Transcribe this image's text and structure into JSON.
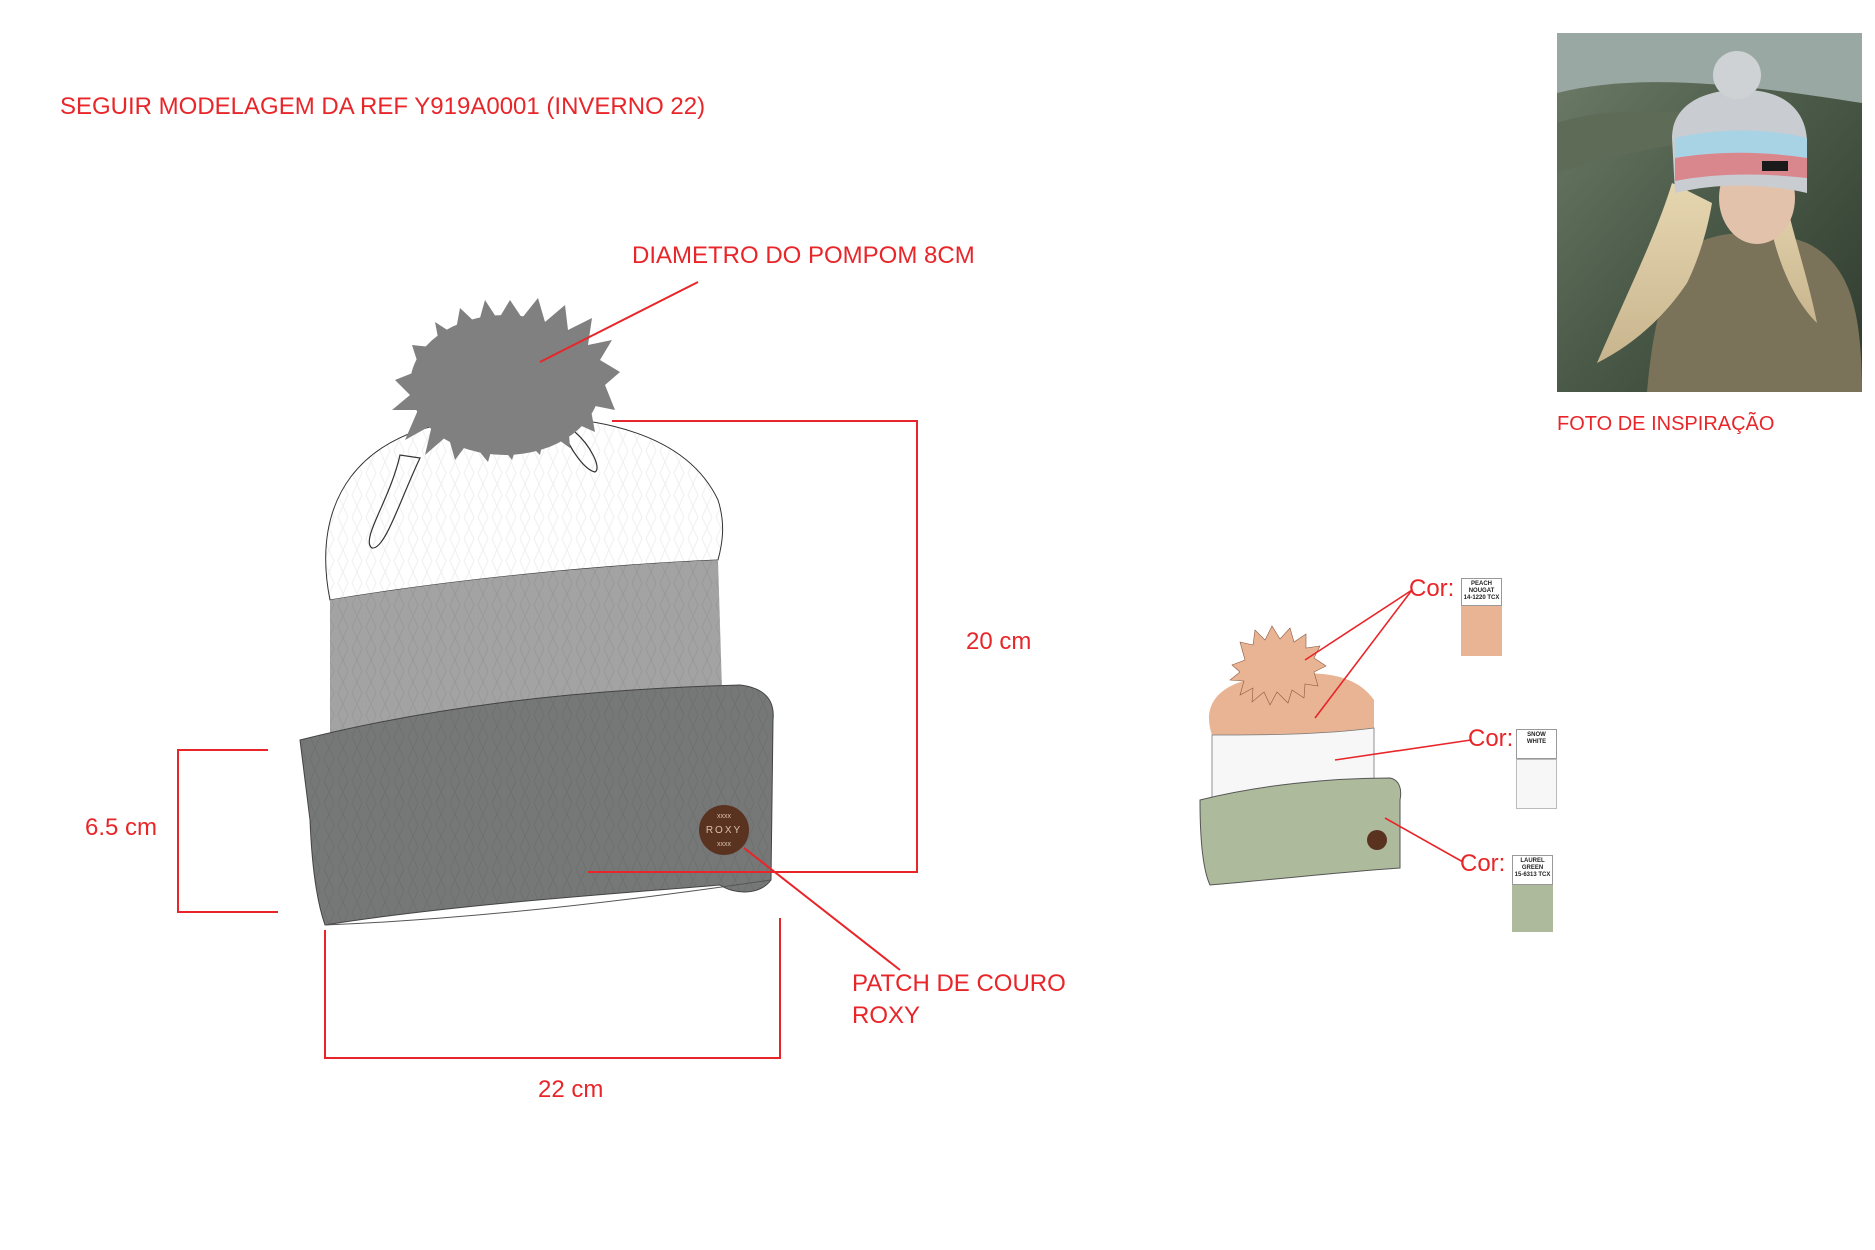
{
  "header": {
    "title": "SEGUIR MODELAGEM DA REF Y919A0001 (INVERNO 22)"
  },
  "annotations": {
    "pompom_diameter": "DIAMETRO DO POMPOM 8CM",
    "height": "20 cm",
    "cuff_height": "6.5 cm",
    "width": "22 cm",
    "patch_line1": "PATCH DE COURO",
    "patch_line2": "ROXY"
  },
  "patch": {
    "top": "xxxx",
    "brand": "ROXY",
    "bottom": "xxxx"
  },
  "inspiration": {
    "caption": "FOTO DE INSPIRAÇÃO"
  },
  "colorways": [
    {
      "label": "Cor:",
      "swatch_name": "PEACH NOUGAT",
      "swatch_code": "14-1220 TCX",
      "hex": "#e8b494"
    },
    {
      "label": "Cor:",
      "swatch_name": "SNOW",
      "swatch_code": "WHITE",
      "hex": "#f7f7f8"
    },
    {
      "label": "Cor:",
      "swatch_name": "LAUREL GREEN",
      "swatch_code": "15-6313 TCX",
      "hex": "#adbb9c"
    }
  ],
  "colors": {
    "annotation_red": "#e8262a",
    "beanie_white": "#ffffff",
    "beanie_light_grey": "#a3a3a3",
    "beanie_cuff_grey": "#767777",
    "pompom_grey": "#808080",
    "patch_brown": "#5a3220"
  }
}
